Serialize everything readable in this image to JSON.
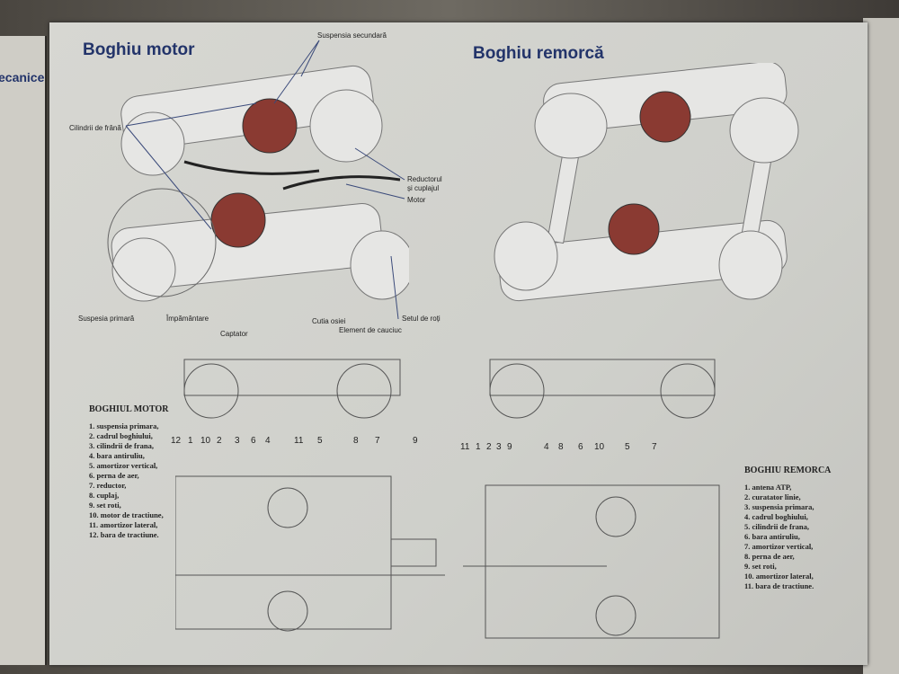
{
  "left_poster": {
    "title_fragment": "ecanice"
  },
  "poster": {
    "motor": {
      "title": "Boghiu motor",
      "callouts": [
        "Suspensia secundară",
        "Cilindrii de frână",
        "Reductorul",
        "și cuplajul",
        "Motor",
        "Suspesia primară",
        "Împământare",
        "Captator",
        "Cutia osiei",
        "Element de cauciuc",
        "Setul de roți"
      ],
      "side_numbers": [
        "12",
        "1",
        "10",
        "2",
        "3",
        "6",
        "4",
        "11",
        "5",
        "8",
        "7",
        "9"
      ],
      "legend_title": "BOGHIUL MOTOR",
      "legend": [
        "1. suspensia primara,",
        "2. cadrul boghiului,",
        "3. cilindrii de frana,",
        "4. bara antiruliu,",
        "5. amortizor vertical,",
        "6. perna de aer,",
        "7. reductor,",
        "8. cuplaj,",
        "9. set roti,",
        "10. motor de tractiune,",
        "11. amortizor lateral,",
        "12. bara de tractiune."
      ]
    },
    "remorca": {
      "title": "Boghiu remorcă",
      "side_numbers": [
        "11",
        "1",
        "2",
        "3",
        "9",
        "4",
        "8",
        "6",
        "10",
        "5",
        "7"
      ],
      "legend_title": "BOGHIU REMORCA",
      "legend": [
        "1. antena ATP,",
        "2. curatator linie,",
        "3. suspensia primara,",
        "4. cadrul boghiului,",
        "5. cilindrii de frana,",
        "6. bara antiruliu,",
        "7. amortizor vertical,",
        "8. perna de aer,",
        "9. set roti,",
        "10. amortizor lateral,",
        "11. bara de tractiune."
      ]
    }
  }
}
